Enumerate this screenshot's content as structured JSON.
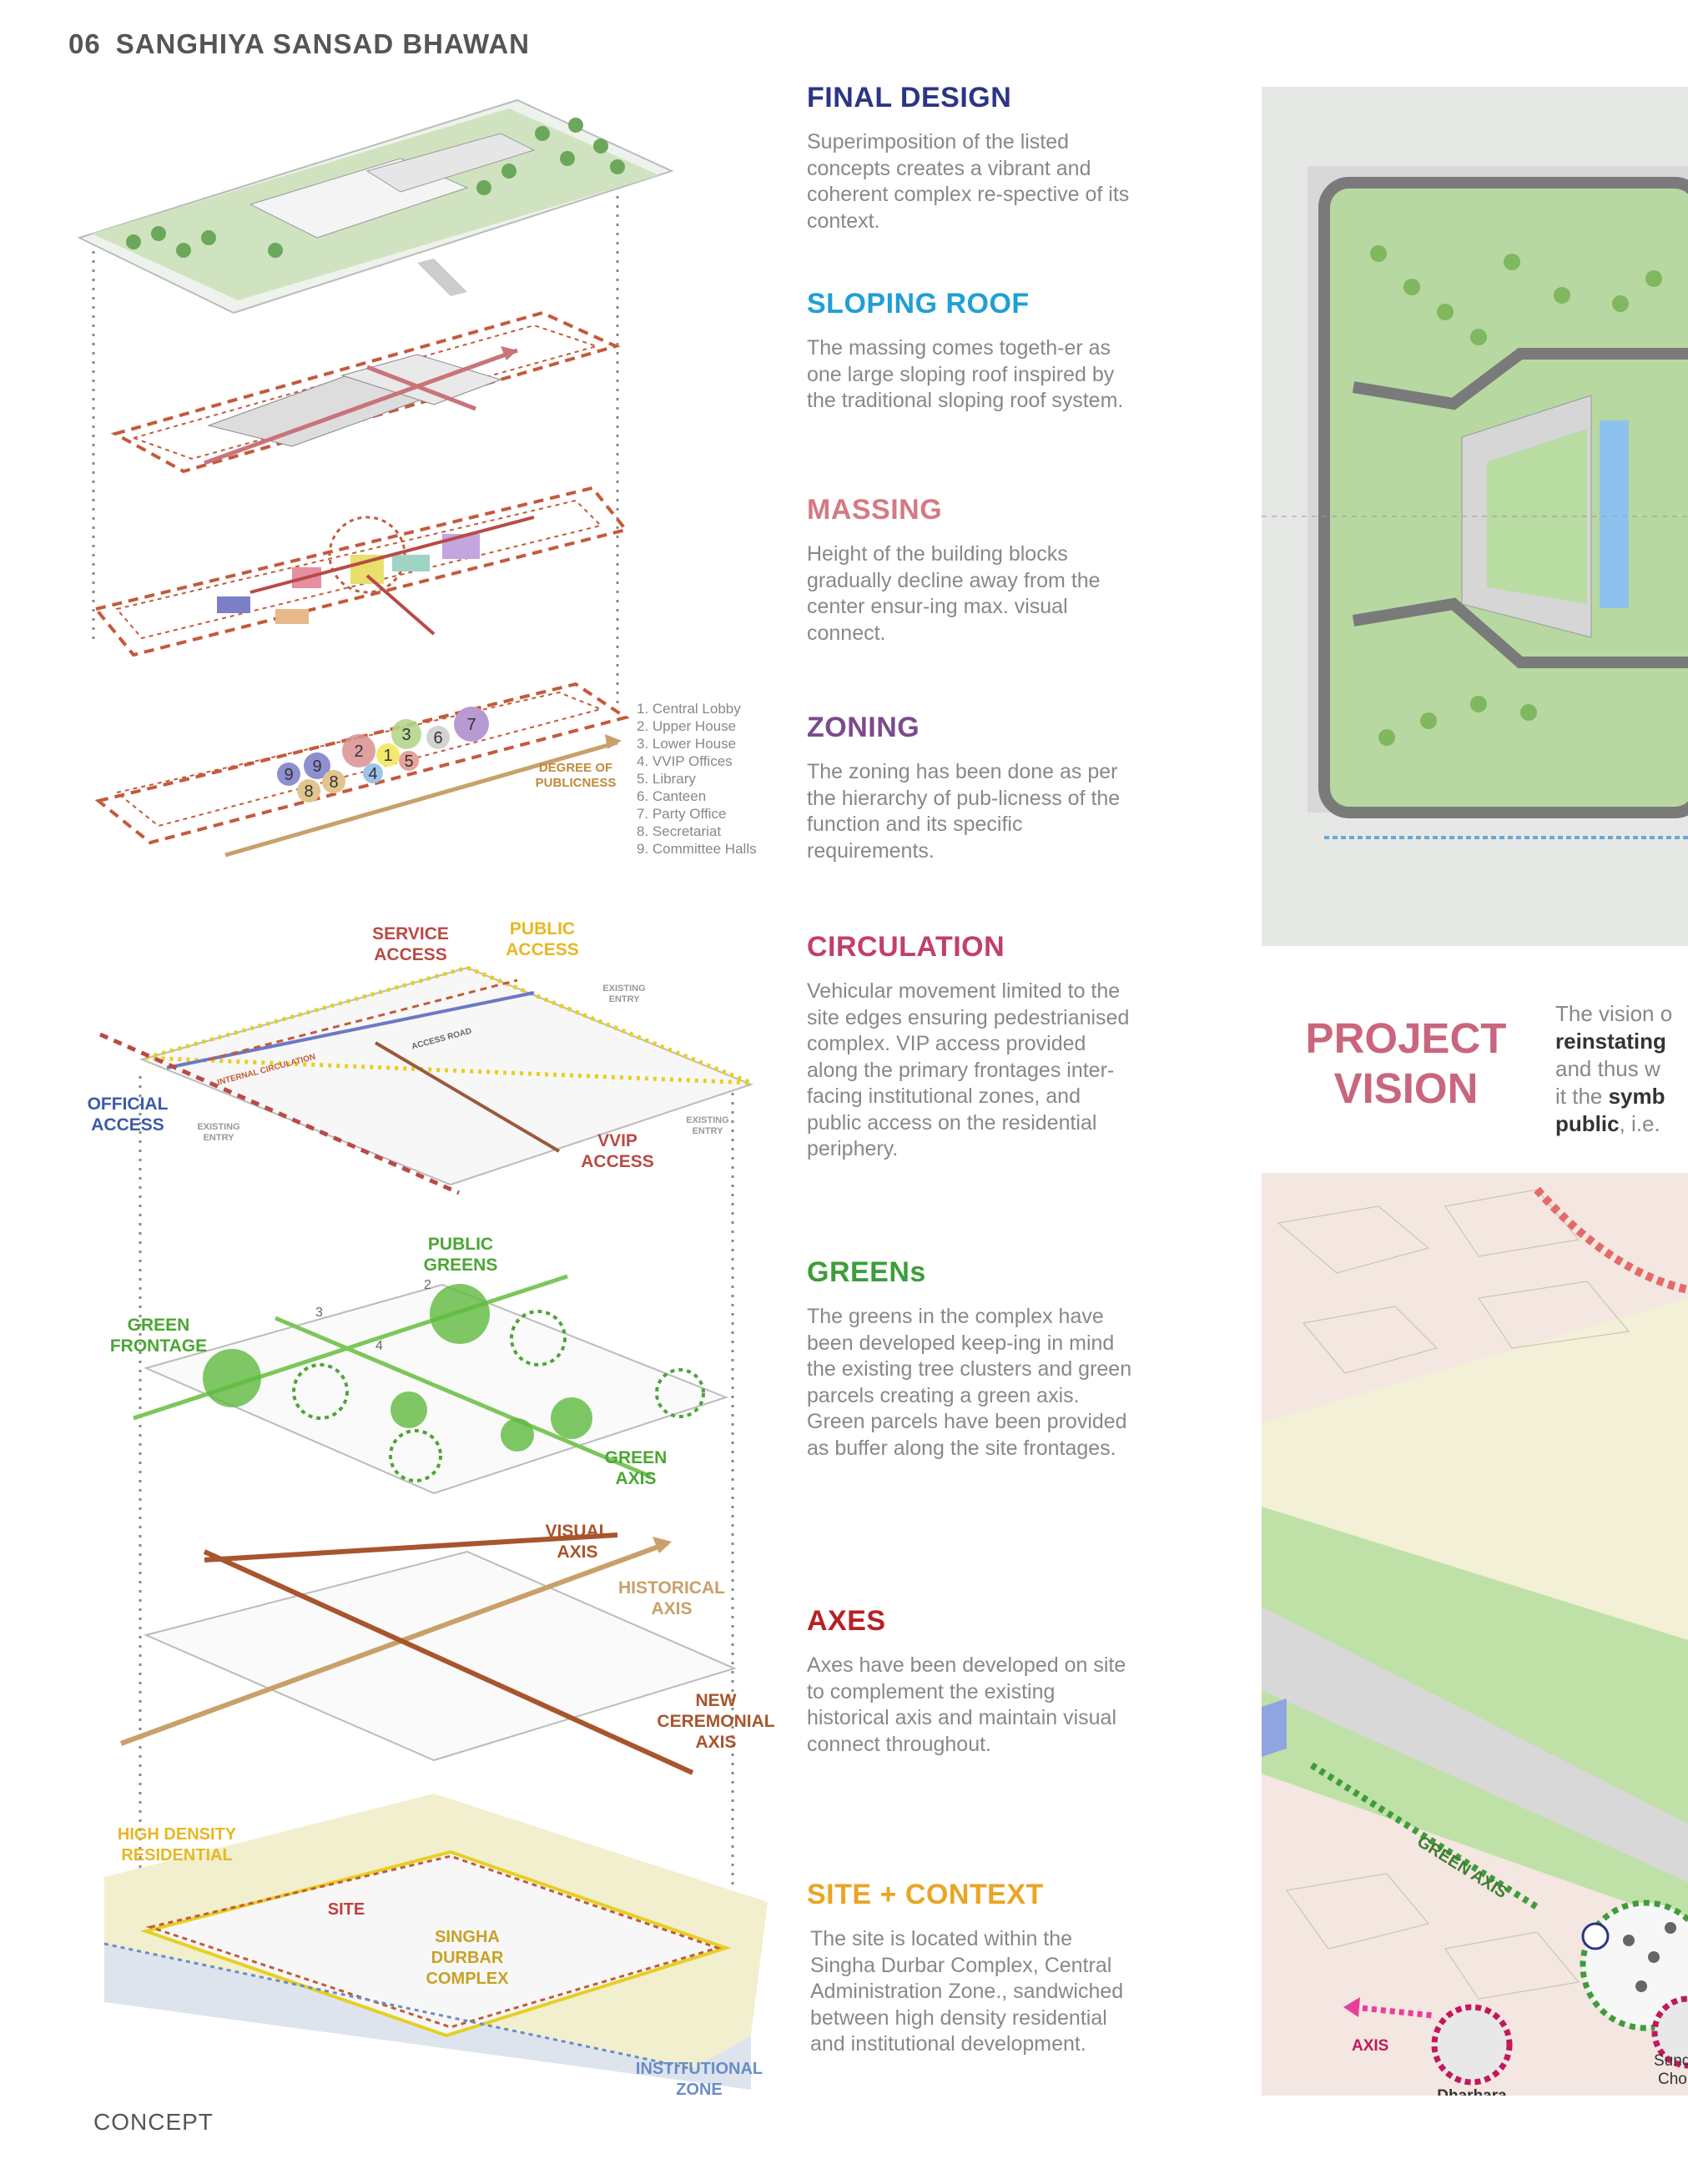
{
  "header": {
    "page_number": "06",
    "title": "SANGHIYA SANSAD BHAWAN"
  },
  "footer": {
    "label": "CONCEPT"
  },
  "colors": {
    "final_design": "#2b3586",
    "sloping_roof": "#1f9fd6",
    "massing": "#d57a82",
    "zoning": "#7c4a8f",
    "circulation": "#c23e6b",
    "greens": "#3e9d3a",
    "axes": "#b72025",
    "site_context": "#e9a524",
    "vision": "#c9667d"
  },
  "sections": [
    {
      "title": "FINAL DESIGN",
      "body": "Superimposition of the listed concepts creates a vibrant and coherent complex re-spective of its context."
    },
    {
      "title": "SLOPING ROOF",
      "body": "The massing comes togeth-er as one large sloping roof inspired by the traditional sloping roof system."
    },
    {
      "title": "MASSING",
      "body": "Height of the building blocks gradually decline away from the center ensur-ing max. visual connect."
    },
    {
      "title": "ZONING",
      "body": "The zoning has been done as per the hierarchy of pub-licness of the function and its specific requirements."
    },
    {
      "title": "CIRCULATION",
      "body": "Vehicular movement limited to the site edges ensuring pedestrianised complex. VIP access provided along the primary frontages inter-facing institutional zones, and public access on the residential periphery."
    },
    {
      "title": "GREENs",
      "body": "The greens in the complex have been developed keep-ing in mind the existing tree clusters and green parcels creating a green axis. Green parcels have been provided as buffer along the site frontages."
    },
    {
      "title": "AXES",
      "body": "Axes have been developed on site to complement the existing historical axis and maintain visual connect throughout."
    },
    {
      "title": "SITE + CONTEXT",
      "body": "The site is located within the Singha Durbar Complex, Central Administration Zone., sandwiched between high density residential and institutional development."
    }
  ],
  "zoning_legend": [
    "1. Central Lobby",
    "2. Upper House",
    "3. Lower House",
    "4. VVIP Offices",
    "5. Library",
    "6. Canteen",
    "7. Party Office",
    "8. Secretariat",
    "9. Committee Halls"
  ],
  "zoning_labels": {
    "degree": "DEGREE OF",
    "publicness": "PUBLICNESS"
  },
  "circulation_labels": {
    "service_access": [
      "SERVICE",
      "ACCESS"
    ],
    "public_access": [
      "PUBLIC",
      "ACCESS"
    ],
    "official_access": [
      "OFFICIAL",
      "ACCESS"
    ],
    "vvip_access": [
      "VVIP",
      "ACCESS"
    ],
    "existing_entry": [
      "EXISTING",
      "ENTRY"
    ],
    "access_road": "ACCESS ROAD",
    "internal_circulation": "INTERNAL CIRCULATION"
  },
  "greens_labels": {
    "public_greens": [
      "PUBLIC",
      "GREENS"
    ],
    "green_frontage": [
      "GREEN",
      "FRONTAGE"
    ],
    "green_axis": [
      "GREEN",
      "AXIS"
    ],
    "nums": [
      "2",
      "3",
      "4"
    ]
  },
  "axes_labels": {
    "visual_axis": [
      "VISUAL",
      "AXIS"
    ],
    "historical_axis": [
      "HISTORICAL",
      "AXIS"
    ],
    "new_ceremonial_axis": [
      "NEW",
      "CEREMONIAL",
      "AXIS"
    ]
  },
  "site_labels": {
    "high_density": [
      "HIGH DENSITY",
      "RESIDENTIAL"
    ],
    "site": "SITE",
    "singha_durbar": [
      "SINGHA",
      "DURBAR",
      "COMPLEX"
    ],
    "institutional": [
      "INSTITUTIONAL",
      "ZONE"
    ]
  },
  "vision": {
    "title_line1": "PROJECT",
    "title_line2": "VISION",
    "line1": "The vision o",
    "line2_bold": "reinstating",
    "line3": "and thus w",
    "line4_pre": "it the ",
    "line4_bold": "symb",
    "line5_bold": "public",
    "line5_post": ", i.e."
  },
  "map_labels": {
    "green_axis": "GREEN AXIS",
    "axis": "AXIS",
    "dharhara": "Dharhara",
    "sund": "Sund",
    "cho": "Cho"
  }
}
